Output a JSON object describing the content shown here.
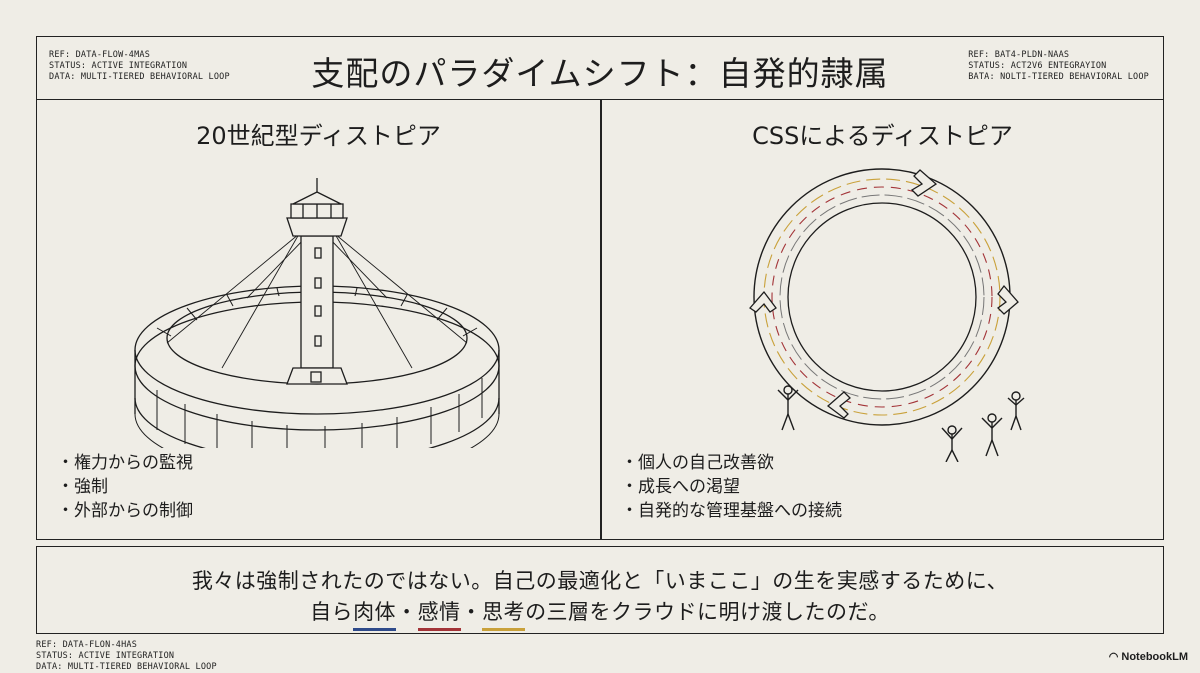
{
  "header": {
    "title": "支配のパラダイムシフト：自発的隷属",
    "ref_left": [
      "REF: DATA-FLOW-4MAS",
      "STATUS: ACTIVE INTEGRATION",
      "DATA: MULTI-TIERED BEHAVIORAL LOOP"
    ],
    "ref_right": [
      "REF: BAT4-PLDN-NAAS",
      "STATUS: ACT2V6 ENTEGRAYION",
      "BATA: NOLTI-TIERED BEHAVIORAL LOOP"
    ]
  },
  "left_panel": {
    "title": "20世紀型ディストピア",
    "bullets": [
      "権力からの監視",
      "強制",
      "外部からの制御"
    ]
  },
  "right_panel": {
    "title": "CSSによるディストピア",
    "bullets": [
      "個人の自己改善欲",
      "成長への渇望",
      "自発的な管理基盤への接続"
    ]
  },
  "conclusion": {
    "line1": "我々は強制されたのではない。自己の最適化と「いまここ」の生を実感するために、",
    "line2_prefix": "自ら",
    "word_body": "肉体",
    "sep1": "・",
    "word_emotion": "感情",
    "sep2": "・",
    "word_thought": "思考",
    "line2_suffix": "の三層をクラウドに明け渡したのだ。"
  },
  "footer": {
    "ref": [
      "REF: DATA-FLON-4HAS",
      "STATUS: ACTIVE INTEGRATION",
      "DATA: MULTI-TIERED BEHAVIORAL LOOP"
    ],
    "brand": "NotebookLM"
  },
  "colors": {
    "background": "#efede6",
    "accent_blue": "#2f4b8a",
    "accent_red": "#a33438",
    "accent_gold": "#c9a13a"
  }
}
